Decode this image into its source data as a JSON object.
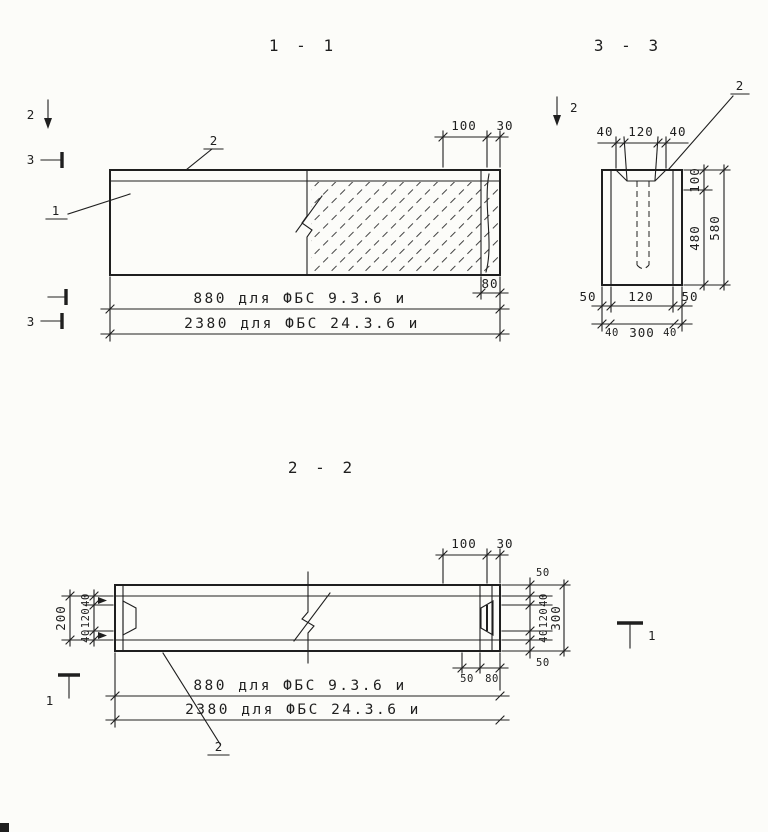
{
  "drawing": {
    "line_color": "#1f1f1f",
    "background": "#fcfcf9",
    "sections": {
      "s11": {
        "title": "1 - 1",
        "markers": {
          "top_2": "2",
          "top_3": "3",
          "bottom_3": "3"
        },
        "callouts": {
          "c1": "1",
          "c2": "2"
        },
        "dims": {
          "top_100": "100",
          "top_30": "30",
          "right_80": "80",
          "len_880": "880 для ФБС 9.3.6 и",
          "len_2380": "2380 для ФБС 24.3.6 и"
        }
      },
      "s33": {
        "title": "3 - 3",
        "markers": {
          "top_2": "2"
        },
        "callouts": {
          "c2": "2"
        },
        "dims": {
          "top_40l": "40",
          "top_120": "120",
          "top_40r": "40",
          "right_100": "100",
          "right_480": "480",
          "right_580": "580",
          "bot_50l": "50",
          "bot_120": "120",
          "bot_50r": "50",
          "bot2_40l": "40",
          "bot2_300": "300",
          "bot2_40r": "40"
        }
      },
      "s22": {
        "title": "2 - 2",
        "markers": {
          "right_1": "1",
          "bottom_1": "1"
        },
        "callouts": {
          "c2": "2"
        },
        "dims": {
          "top_100": "100",
          "top_30": "30",
          "right_50t": "50",
          "right_40t": "40",
          "right_120": "120",
          "right_40b": "40",
          "right_50b": "50",
          "right_300": "300",
          "left_200": "200",
          "left_40t": "40",
          "left_120": "120",
          "left_40b": "40",
          "bot_50": "50",
          "bot_80": "80",
          "len_880": "880 для ФБС 9.3.6 и",
          "len_2380": "2380 для ФБС 24.3.6 и"
        }
      }
    }
  }
}
